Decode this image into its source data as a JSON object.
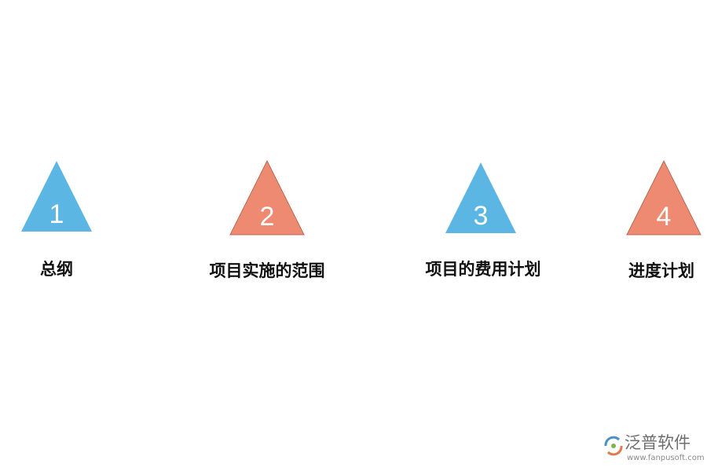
{
  "colors": {
    "blue": "#5bb6e3",
    "red": "#ee8a72",
    "red_stroke": "#b86a56"
  },
  "steps": [
    {
      "number": "1",
      "label": "总纲",
      "color": "blue"
    },
    {
      "number": "2",
      "label": "项目实施的范围",
      "color": "red"
    },
    {
      "number": "3",
      "label": "项目的费用计划",
      "color": "blue"
    },
    {
      "number": "4",
      "label": "进度计划",
      "color": "red"
    }
  ],
  "logo": {
    "name": "泛普软件",
    "url": "www.fanpusoft.com"
  }
}
